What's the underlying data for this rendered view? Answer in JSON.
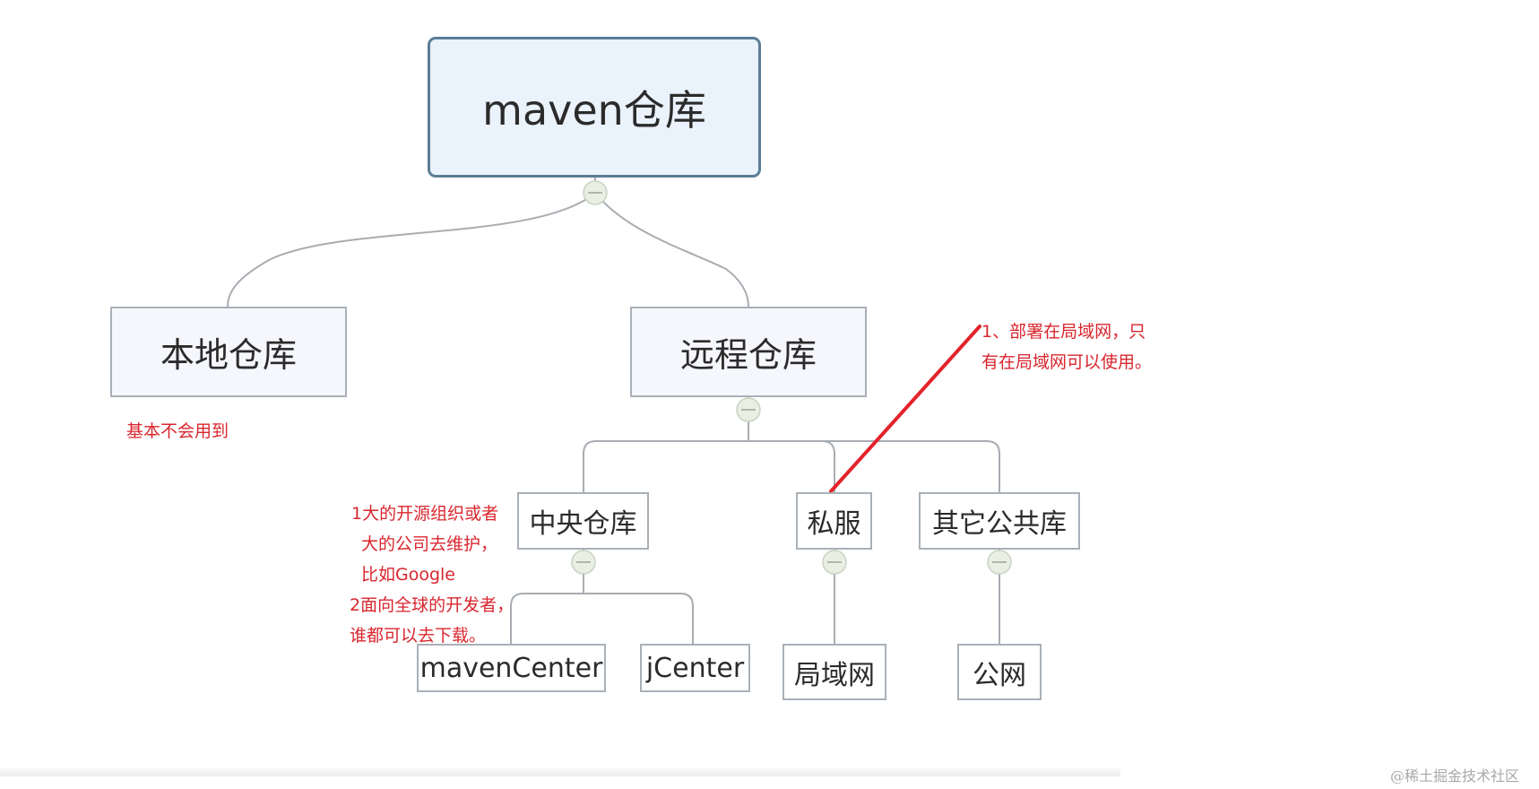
{
  "diagram": {
    "title": "maven仓库",
    "nodes": {
      "root": "maven仓库",
      "local": "本地仓库",
      "remote": "远程仓库",
      "central": "中央仓库",
      "private": "私服",
      "other_public": "其它公共库",
      "maven_center": "mavenCenter",
      "jcenter": "jCenter",
      "lan": "局域网",
      "public_net": "公网"
    },
    "edges": [
      [
        "root",
        "local"
      ],
      [
        "root",
        "remote"
      ],
      [
        "remote",
        "central"
      ],
      [
        "remote",
        "private"
      ],
      [
        "remote",
        "other_public"
      ],
      [
        "central",
        "maven_center"
      ],
      [
        "central",
        "jcenter"
      ],
      [
        "private",
        "lan"
      ],
      [
        "other_public",
        "public_net"
      ]
    ],
    "annotations": {
      "local_note": "基本不会用到",
      "central_note": [
        "1大的开源组织或者",
        "大的公司去维护，",
        "比如Google",
        "2面向全球的开发者，",
        "谁都可以去下载。"
      ],
      "private_note": [
        "1、部署在局域网，只",
        "有在局域网可以使用。"
      ]
    },
    "colors": {
      "annotation": "#d9262e",
      "arrow": "#e3232b",
      "connector": "#a8adb2",
      "root_fill": "#eaf2fb",
      "root_border": "#5c7d96"
    }
  },
  "watermark": "@稀土掘金技术社区"
}
